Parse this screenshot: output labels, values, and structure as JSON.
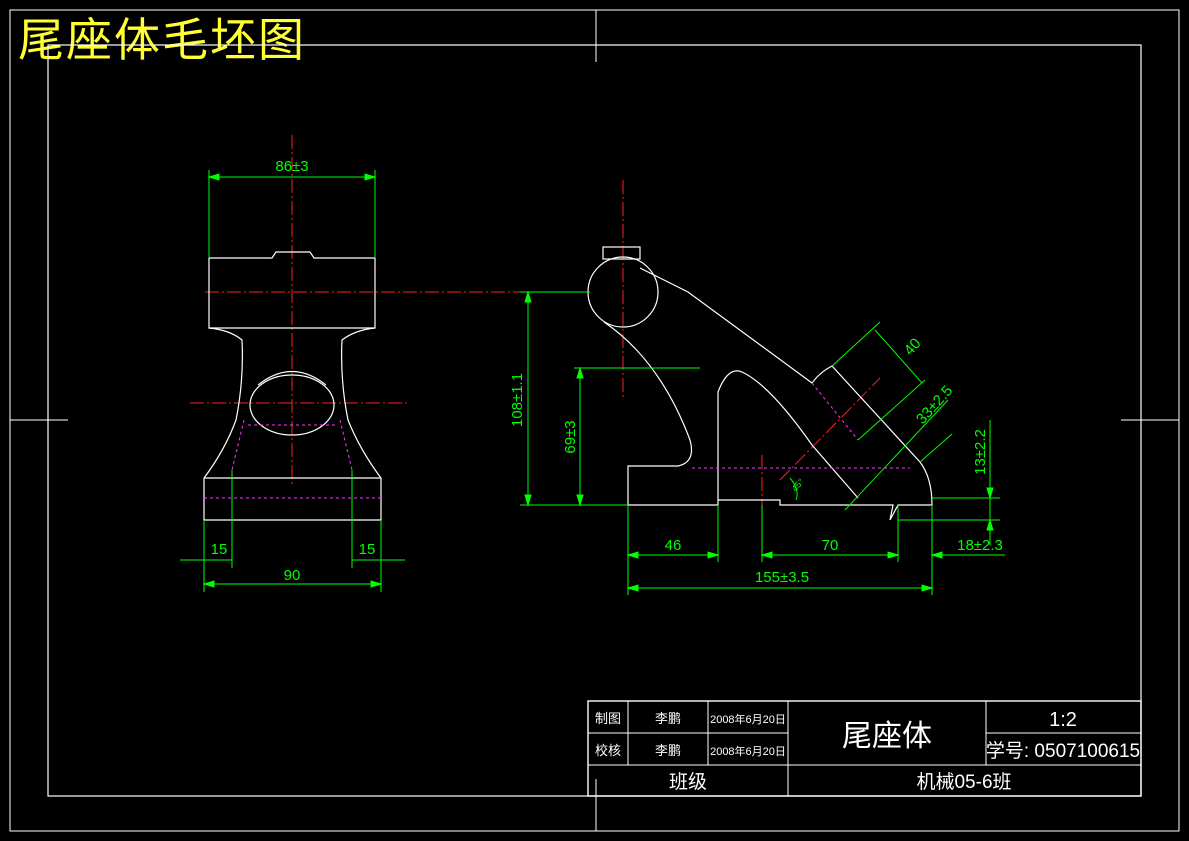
{
  "page_title": "尾座体毛坯图",
  "colors": {
    "background": "#000000",
    "outline": "#ffffff",
    "dimension": "#00ff00",
    "centerline": "#ff2020",
    "hidden": "#ff33ff",
    "title": "#ffff33"
  },
  "front_view": {
    "dim_top": "86±3",
    "dim_left_bottom": "15",
    "dim_right_bottom": "15",
    "dim_width": "90"
  },
  "side_view": {
    "dim_height_total": "108±1.1",
    "dim_height_mid": "69±3",
    "dim_slot": "40",
    "dim_boss": "33±2.5",
    "dim_step": "13±2.2",
    "dim_left": "46",
    "dim_middle": "70",
    "dim_right": "18±2.3",
    "dim_total_length": "155±3.5",
    "angle_label": "45°"
  },
  "title_block": {
    "row1_role": "制图",
    "row1_name": "李鹏",
    "row1_date": "2008年6月20日",
    "row2_role": "校核",
    "row2_name": "李鹏",
    "row2_date": "2008年6月20日",
    "class_label": "班级",
    "part_name": "尾座体",
    "scale": "1:2",
    "student_id": "学号: 0507100615",
    "class_value": "机械05-6班"
  }
}
